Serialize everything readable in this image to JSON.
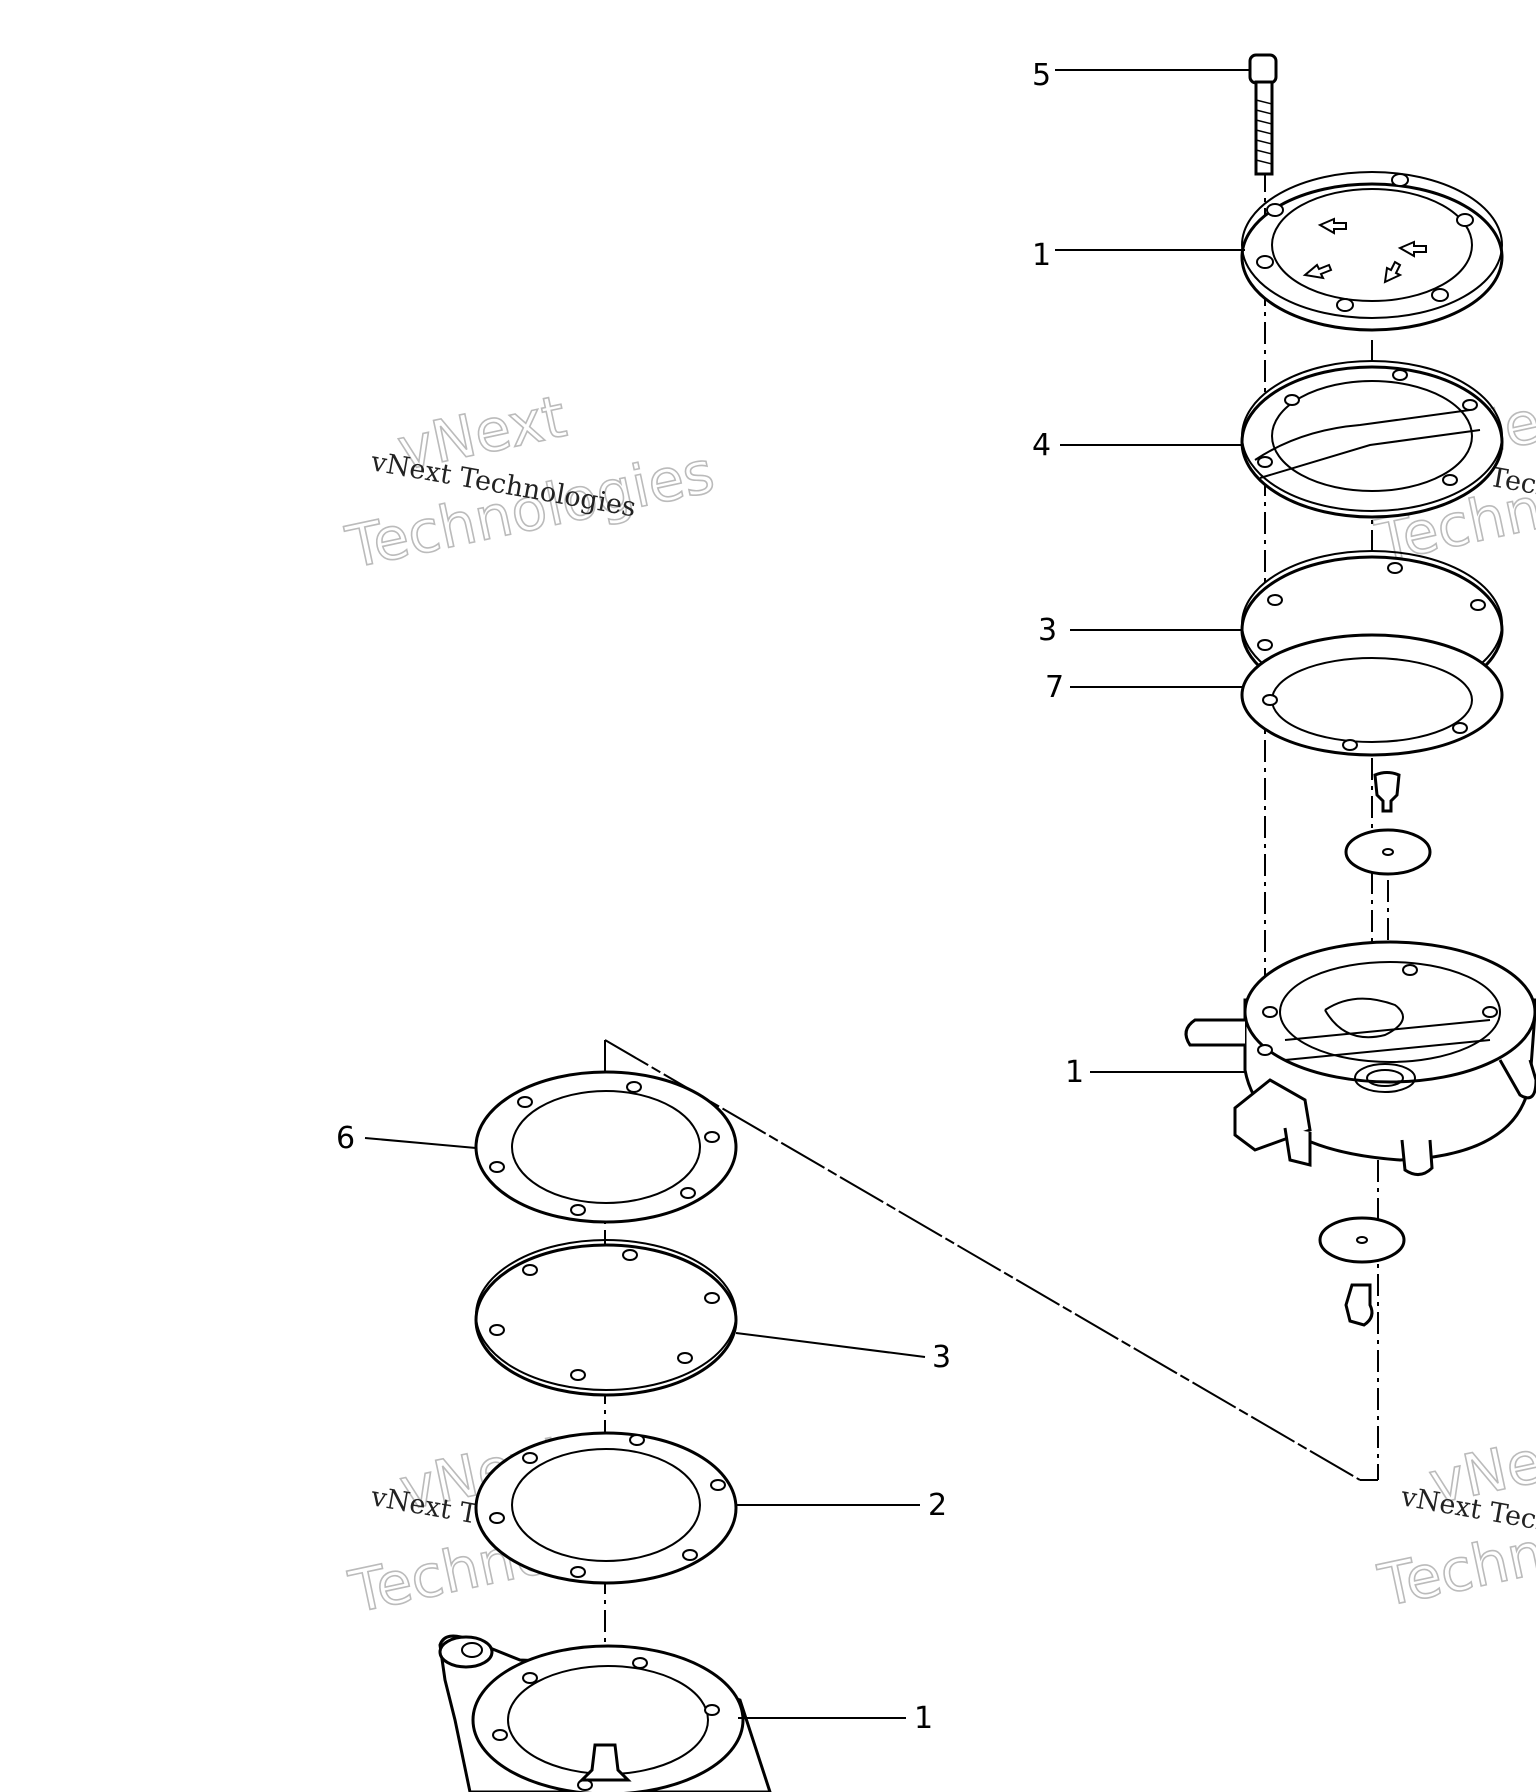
{
  "diagram": {
    "callouts": {
      "top_bolt": "5",
      "top_cover": "1",
      "top_check_valve_plate": "4",
      "top_diaphragm": "3",
      "top_gasket": "7",
      "pump_body": "1",
      "lower_gasket": "6",
      "lower_diaphragm": "3",
      "lower_gasket_2": "2",
      "lower_cover": "1"
    },
    "watermarks": {
      "small_text": "vNext Technologies",
      "big_line1": "vNext",
      "big_line2": "Technologies"
    }
  }
}
